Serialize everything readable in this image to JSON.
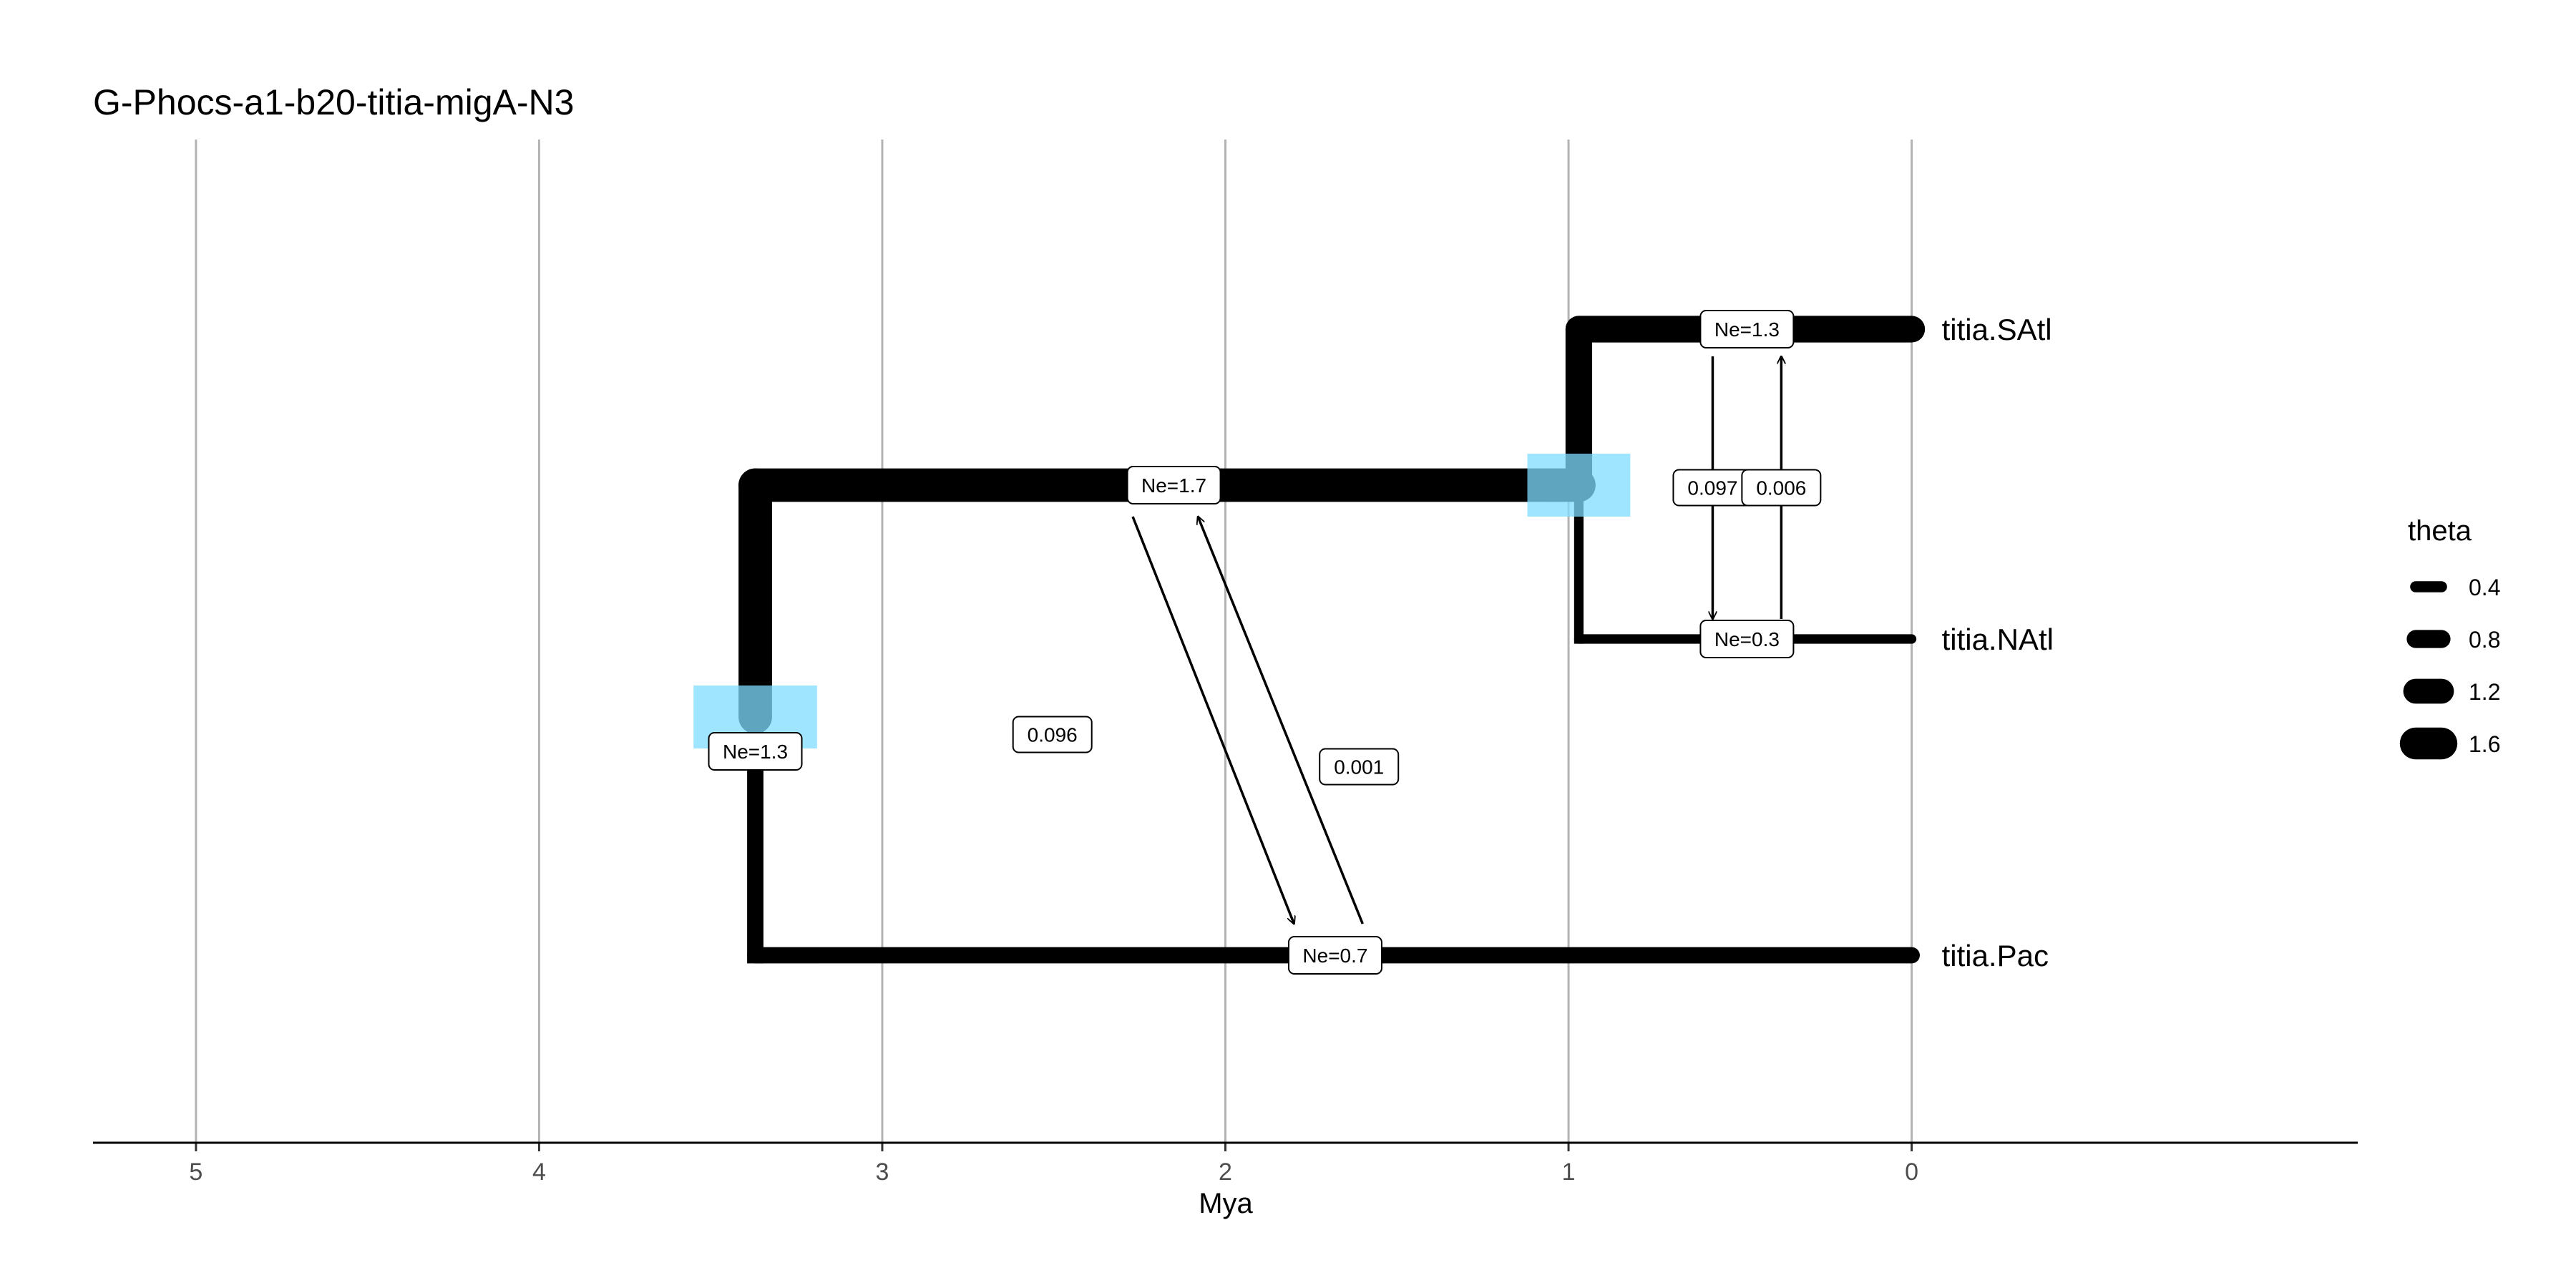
{
  "chart_data": {
    "type": "tree",
    "title": "G-Phocs-a1-b20-titia-migA-N3",
    "xlabel": "Mya",
    "xlim": [
      5.3,
      -1.3
    ],
    "x_ticks": [
      "5",
      "4",
      "3",
      "2",
      "1",
      "0"
    ],
    "x_tick_values": [
      5,
      4,
      3,
      2,
      1,
      0
    ],
    "grid": true,
    "highlight_color": "#7fdcff",
    "branch_color": "#000000",
    "tips": [
      {
        "name": "titia.SAtl",
        "row": 3
      },
      {
        "name": "titia.NAtl",
        "row": 2
      },
      {
        "name": "titia.Pac",
        "row": 1
      }
    ],
    "branches": [
      {
        "name": "SAtl",
        "from": 0.97,
        "to": 0.0,
        "row": 3,
        "theta": 1.3,
        "ne_label": "Ne=1.3",
        "ne_at": 0.48
      },
      {
        "name": "NAtl",
        "from": 0.97,
        "to": 0.0,
        "row": 2,
        "theta": 0.3,
        "ne_label": "Ne=0.3",
        "ne_at": 0.48
      },
      {
        "name": "Atl-ancestor",
        "from": 3.37,
        "to": 0.97,
        "row": 2.5,
        "theta": 1.7,
        "ne_label": "Ne=1.7",
        "ne_at": 2.15
      },
      {
        "name": "Pac",
        "from": 3.37,
        "to": 0.0,
        "row": 1,
        "theta": 0.7,
        "ne_label": "Ne=0.7",
        "ne_at": 1.68
      },
      {
        "name": "root",
        "from": 3.37,
        "to": 3.37,
        "row": 1.75,
        "theta": 1.3,
        "ne_label": "Ne=1.3",
        "ne_at": 3.37
      }
    ],
    "nodes": [
      {
        "name": "Atl-split",
        "x": 0.97,
        "row_low": 2,
        "row_high": 3,
        "theta_low": 0.3,
        "theta_high": 1.3
      },
      {
        "name": "root-split",
        "x": 3.37,
        "row_low": 1,
        "row_high": 2.5,
        "theta_low": 0.7,
        "theta_high": 1.7
      }
    ],
    "highlights": [
      {
        "x_center": 0.97,
        "row": 2.5,
        "width": 0.3
      },
      {
        "x_center": 3.37,
        "row": 1.75,
        "width": 0.36
      }
    ],
    "migrations": [
      {
        "label": "0.097",
        "x": 0.58,
        "from_row": 3,
        "to_row": 2
      },
      {
        "label": "0.006",
        "x": 0.38,
        "from_row": 2,
        "to_row": 3
      },
      {
        "label": "0.096",
        "x_from": 2.27,
        "x_to": 1.8,
        "from_row": 2.5,
        "to_row": 1
      },
      {
        "label": "0.001",
        "x_from": 1.6,
        "x_to": 2.08,
        "from_row": 1,
        "to_row": 2.5
      }
    ],
    "legend": {
      "title": "theta",
      "position": "right",
      "entries": [
        {
          "label": "0.4",
          "value": 0.4
        },
        {
          "label": "0.8",
          "value": 0.8
        },
        {
          "label": "1.2",
          "value": 1.2
        },
        {
          "label": "1.6",
          "value": 1.6
        }
      ]
    }
  }
}
